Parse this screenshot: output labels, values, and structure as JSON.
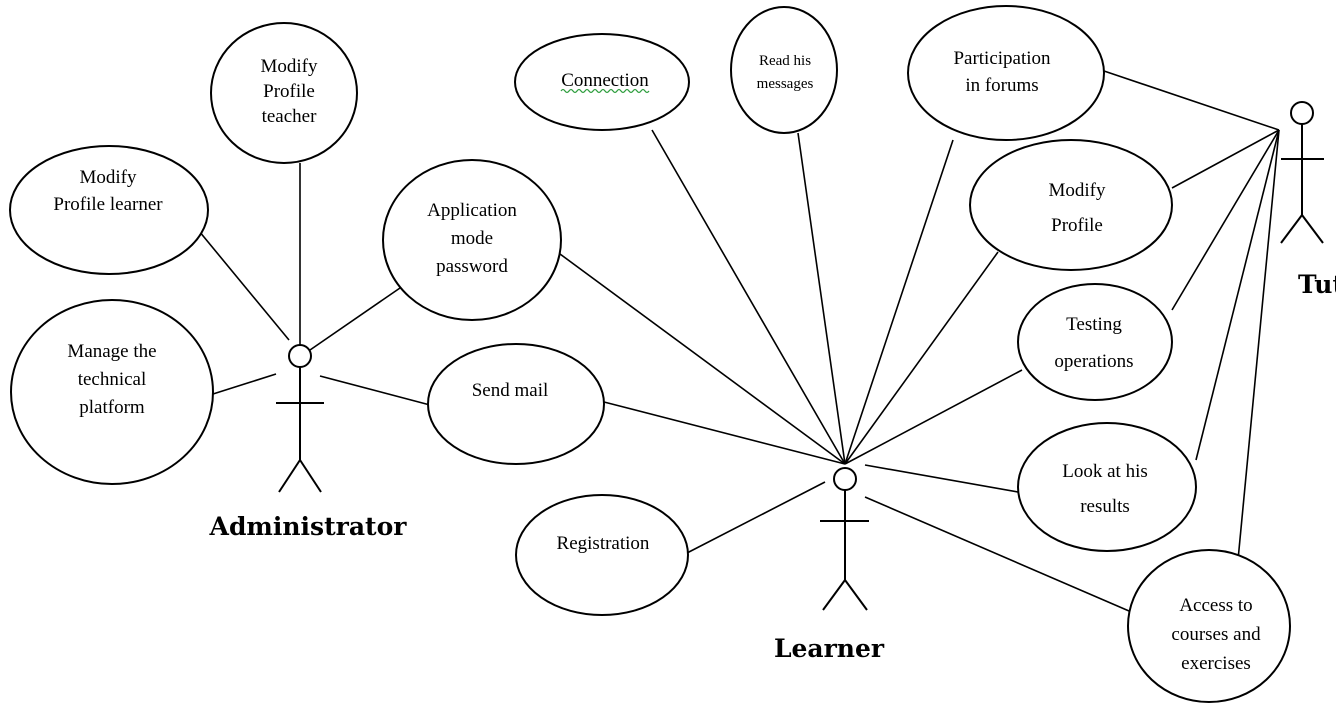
{
  "diagram": {
    "actors": {
      "administrator": "Administrator",
      "learner": "Learner",
      "tutor": "Tut"
    },
    "use_cases": {
      "modify_profile_teacher": [
        "Modify",
        "Profile",
        "teacher"
      ],
      "modify_profile_learner": [
        "Modify",
        "Profile learner"
      ],
      "manage_platform": [
        "Manage the",
        "technical",
        "platform"
      ],
      "application_mode_password": [
        "Application",
        "mode",
        "password"
      ],
      "send_mail": [
        "Send mail"
      ],
      "connection": [
        "Connection"
      ],
      "read_messages": [
        "Read his",
        "messages"
      ],
      "participation_forums": [
        "Participation",
        "in forums"
      ],
      "modify_profile": [
        "Modify",
        "Profile"
      ],
      "testing_operations": [
        "Testing",
        "operations"
      ],
      "look_results": [
        "Look at his",
        "results"
      ],
      "access_courses": [
        "Access to",
        "courses and",
        "exercises"
      ],
      "registration": [
        "Registration"
      ]
    },
    "colors": {
      "line": "#000000",
      "background": "#ffffff",
      "spellcheck_underline": "#2e9e3e"
    }
  }
}
